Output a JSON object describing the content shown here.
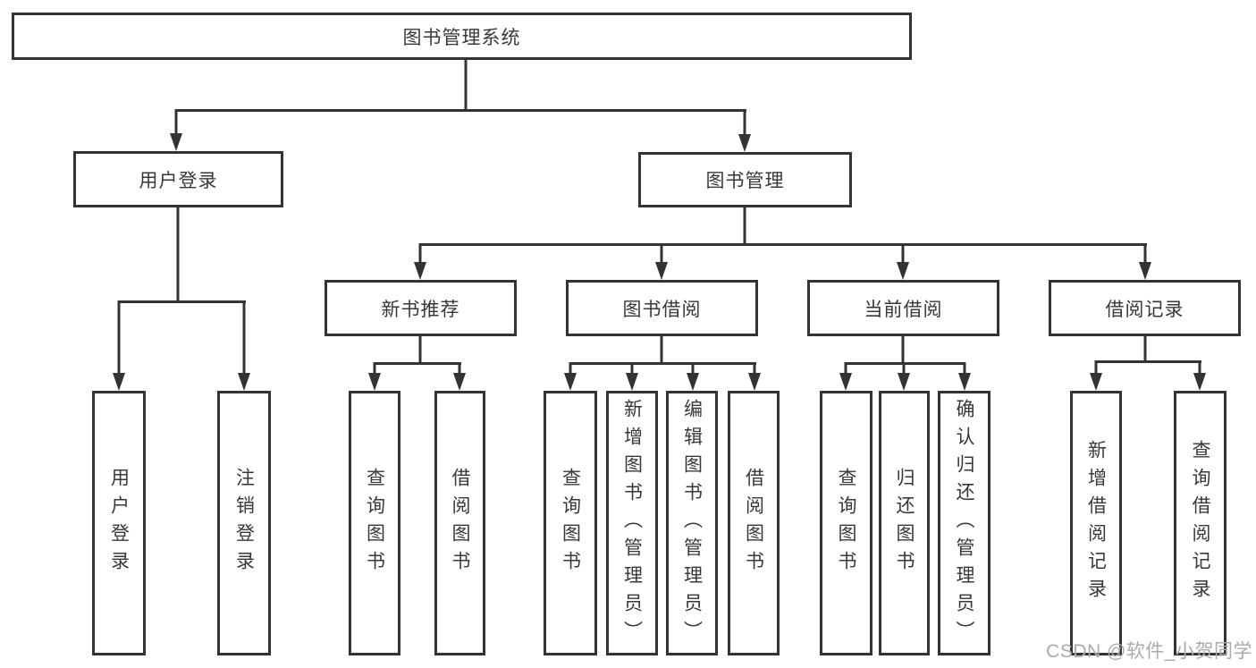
{
  "nodes": {
    "root": "图书管理系统",
    "level1": [
      "用户登录",
      "图书管理"
    ],
    "level2": [
      "新书推荐",
      "图书借阅",
      "当前借阅",
      "借阅记录"
    ],
    "leaves_user_login": [
      "用户登录",
      "注销登录"
    ],
    "leaves_new_book": [
      "查询图书",
      "借阅图书"
    ],
    "leaves_book_borrow": [
      "查询图书",
      "新增图书（管理员）",
      "编辑图书（管理员）",
      "借阅图书"
    ],
    "leaves_current_borrow": [
      "查询图书",
      "归还图书",
      "确认归还（管理员）"
    ],
    "leaves_borrow_record": [
      "新增借阅记录",
      "查询借阅记录"
    ]
  },
  "watermark": "CSDN @软件_小贺同学",
  "colors": {
    "line": "#333333",
    "background": "#ffffff",
    "watermark": "#ababab"
  }
}
